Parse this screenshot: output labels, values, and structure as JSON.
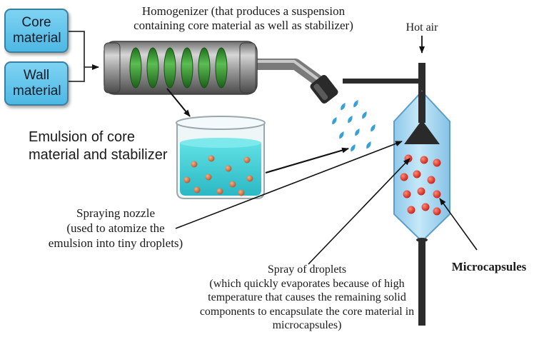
{
  "inputs": {
    "core_material": "Core material",
    "wall_material": "Wall material"
  },
  "labels": {
    "homogenizer": [
      "Homogenizer (that produces a suspension",
      "containing core material as well as stabilizer)"
    ],
    "hot_air": "Hot air",
    "emulsion": [
      "Emulsion of core",
      "material and stabilizer"
    ],
    "spraying_nozzle": [
      "Spraying nozzle",
      "(used to atomize the",
      "emulsion into tiny droplets)"
    ],
    "spray_of_droplets": [
      "Spray of droplets",
      "(which quickly evaporates because of high",
      "temperature that causes the remaining solid",
      "components to encapsulate the core material in",
      "microcapsules)"
    ],
    "microcapsules": "Microcapsules"
  },
  "colors": {
    "box_fill": "#5fc3ea",
    "homogenizer_band": "#3a9e35",
    "emulsion_liquid": "#3fd1d6",
    "droplet_blue": "#3aa0d8",
    "microcapsule_red": "#e23a2c",
    "chamber_fill": "#a9d9f2"
  }
}
